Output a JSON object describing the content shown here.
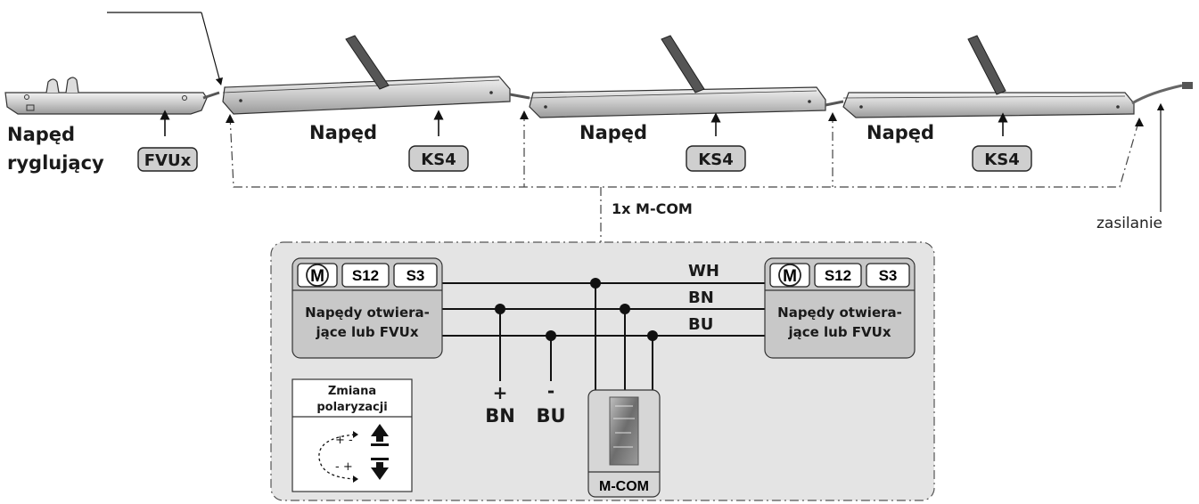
{
  "top": {
    "locking_drive_label_1": "Napęd",
    "locking_drive_label_2": "ryglujący",
    "locking_drive_badge": "FVUx",
    "drives": [
      {
        "label": "Napęd",
        "badge": "KS4"
      },
      {
        "label": "Napęd",
        "badge": "KS4"
      },
      {
        "label": "Napęd",
        "badge": "KS4"
      }
    ],
    "bus_label": "1x M-COM",
    "power_label": "zasilanie"
  },
  "detail": {
    "left_module": {
      "m": "M",
      "s12": "S12",
      "s3": "S3",
      "text_1": "Napędy otwiera-",
      "text_2": "jące lub FVUx"
    },
    "right_module": {
      "m": "M",
      "s12": "S12",
      "s3": "S3",
      "text_1": "Napędy otwiera-",
      "text_2": "jące lub FVUx"
    },
    "wires": {
      "wh": "WH",
      "bn": "BN",
      "bu": "BU"
    },
    "terminals": {
      "plus": "+",
      "plus_label": "BN",
      "minus": "-",
      "minus_label": "BU"
    },
    "mcom_label": "M-COM",
    "polarity": {
      "title_1": "Zmiana",
      "title_2": "polaryzacji",
      "sign_top": "+ -",
      "sign_bottom": "- +"
    }
  }
}
